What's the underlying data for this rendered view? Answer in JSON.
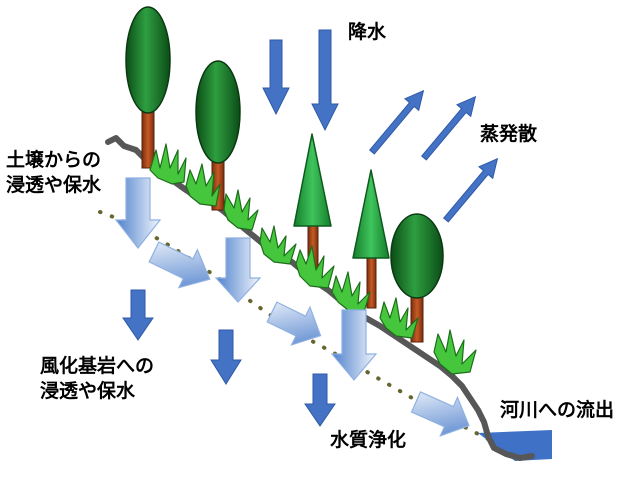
{
  "labels": {
    "precipitation": "降水",
    "evapotranspiration": "蒸発散",
    "soil_infiltration_line1": "土壌からの",
    "soil_infiltration_line2": "浸透や保水",
    "bedrock_infiltration_line1": "風化基岩への",
    "bedrock_infiltration_line2": "浸透や保水",
    "water_purification": "水質浄化",
    "river_outflow": "河川への流出"
  },
  "colors": {
    "arrow_blue": "#4472c4",
    "arrow_light": "#dce6f5",
    "arrow_outline": "#7f9fd6",
    "tree_crown_dark": "#0c5a1c",
    "tree_crown_light": "#2ea84a",
    "trunk": "#a0401a",
    "grass_fill": "#43c43a",
    "grass_dark": "#1e7a1c",
    "ground_line": "#555555",
    "bedrock_dots": "#666633",
    "river": "#3f72c6"
  }
}
